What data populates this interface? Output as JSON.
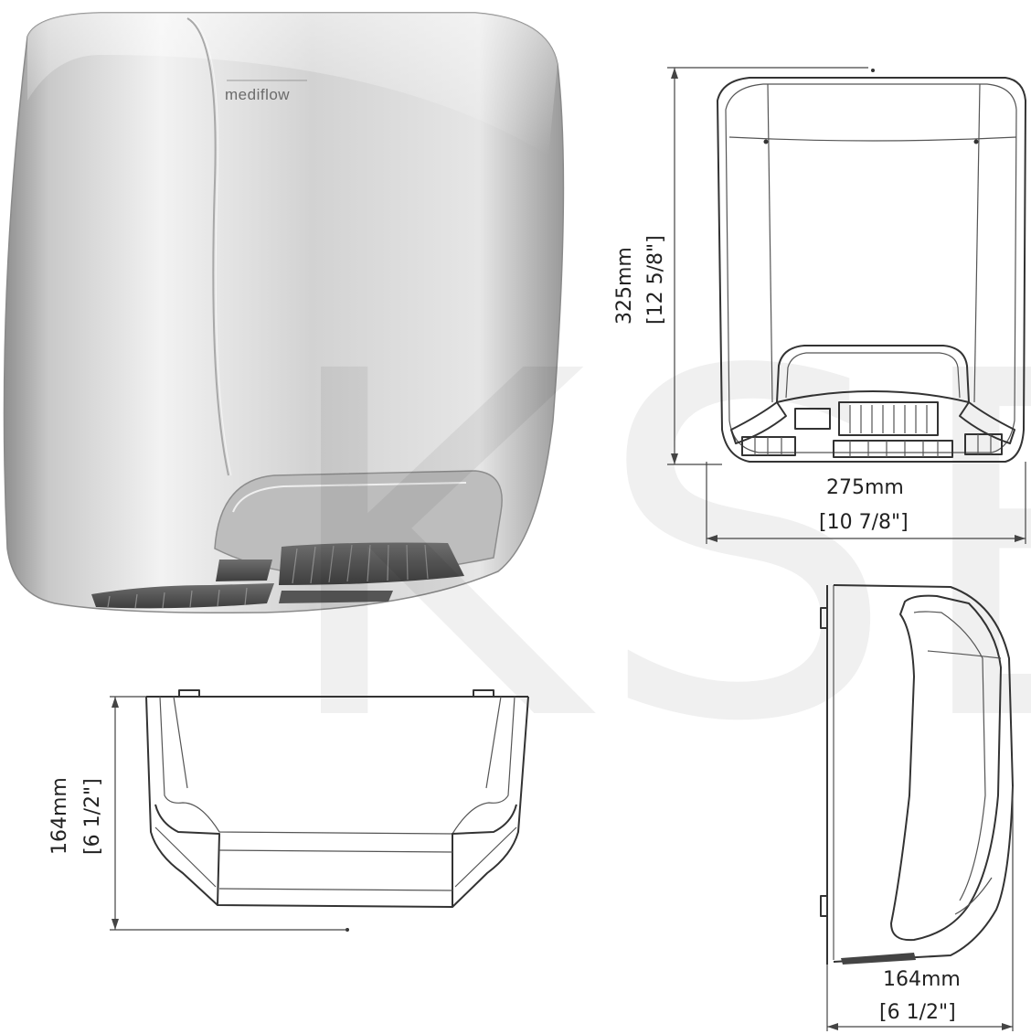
{
  "product": {
    "brand_label": "mediflow",
    "image_alt": "brushed stainless steel hand dryer"
  },
  "watermark": {
    "text": "KSE"
  },
  "front_view": {
    "height_mm": "325mm",
    "height_in": "[12 5/8\"]",
    "width_mm": "275mm",
    "width_in": "[10 7/8\"]"
  },
  "top_view": {
    "depth_mm": "164mm",
    "depth_in": "[6 1/2\"]"
  },
  "side_view": {
    "depth_mm": "164mm",
    "depth_in": "[6 1/2\"]"
  },
  "colors": {
    "line": "#333333",
    "steel_light": "#e4e4e4",
    "steel_dark": "#9c9c9c"
  }
}
